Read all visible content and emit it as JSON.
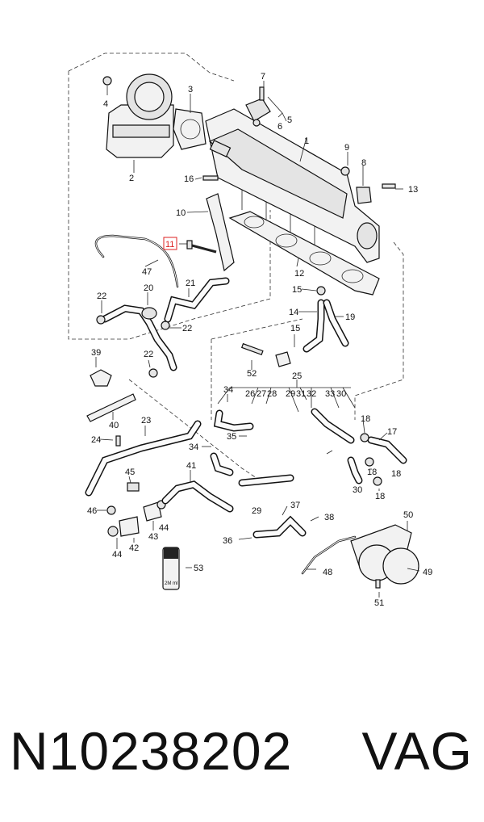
{
  "diagram": {
    "callouts": [
      "1",
      "2",
      "3",
      "4",
      "5",
      "6",
      "7",
      "8",
      "9",
      "10",
      "11",
      "12",
      "13",
      "14",
      "15",
      "15",
      "16",
      "17",
      "18",
      "18",
      "18",
      "18",
      "19",
      "20",
      "21",
      "22",
      "22",
      "22",
      "23",
      "24",
      "25",
      "26",
      "27",
      "28",
      "29",
      "29",
      "30",
      "30",
      "31",
      "32",
      "33",
      "34",
      "34",
      "35",
      "36",
      "37",
      "38",
      "39",
      "40",
      "41",
      "42",
      "43",
      "44",
      "44",
      "45",
      "46",
      "47",
      "48",
      "49",
      "50",
      "51",
      "52",
      "53"
    ],
    "highlighted_callout": "11",
    "can_label": "2M ml",
    "line_color": "#111111",
    "highlight_color": "#dd2222"
  },
  "caption": {
    "part_number": "N10238202",
    "brand": "VAG"
  }
}
